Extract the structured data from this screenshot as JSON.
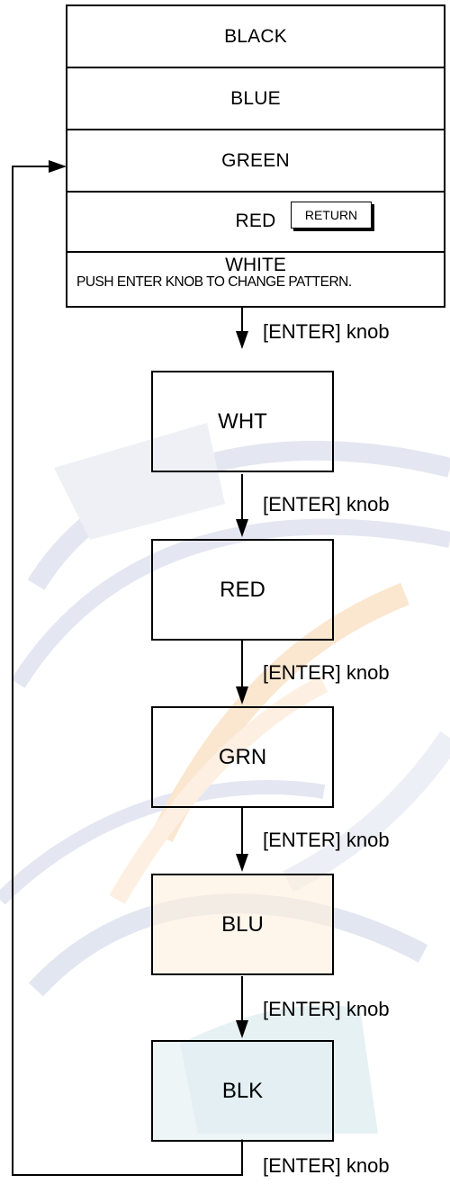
{
  "menu": {
    "items": [
      "BLACK",
      "BLUE",
      "GREEN",
      "RED"
    ],
    "last_item": "WHITE",
    "hint": "PUSH ENTER KNOB TO CHANGE PATTERN.",
    "return_label": "RETURN"
  },
  "steps": [
    "WHT",
    "RED",
    "GRN",
    "BLU",
    "BLK"
  ],
  "transition_label": "[ENTER] knob"
}
